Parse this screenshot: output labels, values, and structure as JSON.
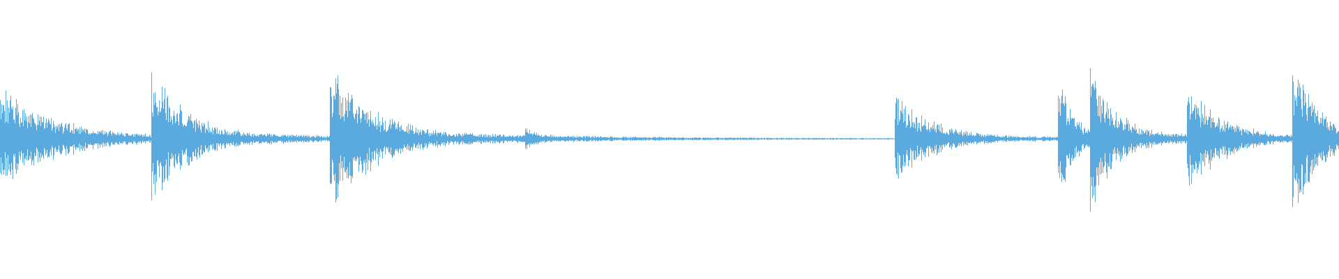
{
  "waveform": {
    "color": "#5aaae0",
    "background": "#ffffff",
    "transients": [
      {
        "start": 0.0,
        "peak": 0.32,
        "decay": 0.045,
        "tail": 0.07
      },
      {
        "start": 0.113,
        "peak": 0.4,
        "decay": 0.03,
        "tail": 0.09
      },
      {
        "start": 0.246,
        "peak": 0.45,
        "decay": 0.035,
        "tail": 0.1
      },
      {
        "start": 0.392,
        "peak": 0.06,
        "decay": 0.008,
        "tail": 0.02
      },
      {
        "start": 0.668,
        "peak": 0.28,
        "decay": 0.03,
        "tail": 0.08
      },
      {
        "start": 0.79,
        "peak": 0.43,
        "decay": 0.012,
        "tail": 0.03
      },
      {
        "start": 0.814,
        "peak": 0.42,
        "decay": 0.02,
        "tail": 0.06
      },
      {
        "start": 0.886,
        "peak": 0.34,
        "decay": 0.025,
        "tail": 0.06
      },
      {
        "start": 0.965,
        "peak": 0.5,
        "decay": 0.02,
        "tail": 0.04
      }
    ]
  }
}
